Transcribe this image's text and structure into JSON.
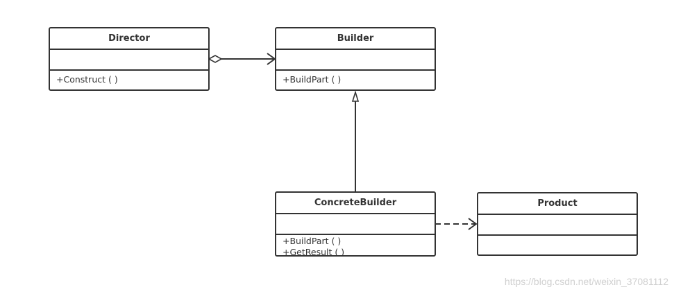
{
  "classes": {
    "director": {
      "name": "Director",
      "operations": [
        "+Construct ( )"
      ]
    },
    "builder": {
      "name": "Builder",
      "operations": [
        "+BuildPart ( )"
      ]
    },
    "concrete_builder": {
      "name": "ConcreteBuilder",
      "operations": [
        "+BuildPart ( )",
        "+GetResult ( )"
      ]
    },
    "product": {
      "name": "Product",
      "operations": []
    }
  },
  "relations": [
    {
      "type": "aggregation",
      "from": "Director",
      "to": "Builder"
    },
    {
      "type": "generalization",
      "from": "ConcreteBuilder",
      "to": "Builder"
    },
    {
      "type": "dependency",
      "from": "ConcreteBuilder",
      "to": "Product"
    }
  ],
  "watermark": "https://blog.csdn.net/weixin_37081112",
  "colors": {
    "stroke": "#333333",
    "background": "#ffffff",
    "watermark": "#d0d0d0"
  }
}
